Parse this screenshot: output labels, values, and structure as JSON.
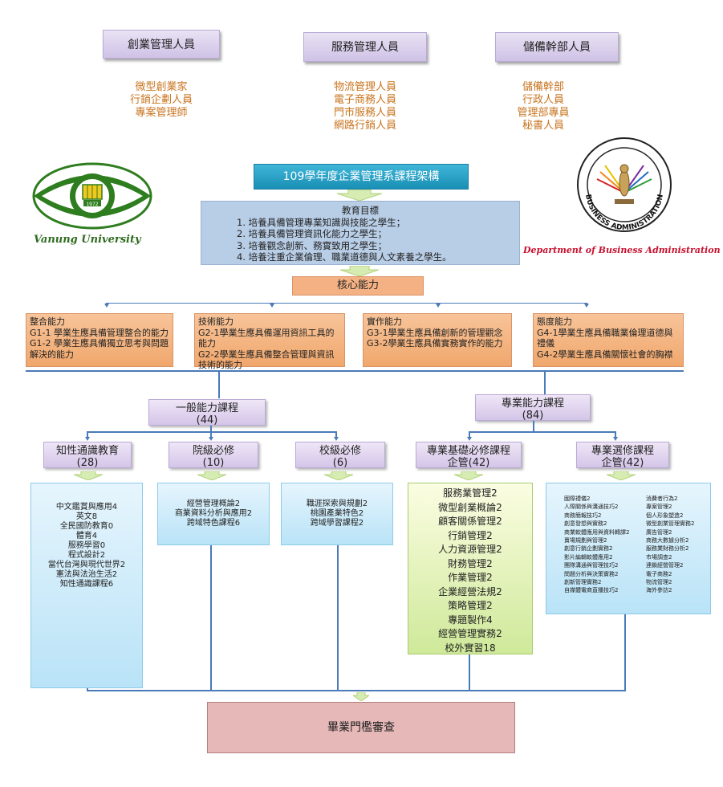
{
  "careers": [
    {
      "title": "創業管理人員",
      "items": [
        "微型創業家",
        "行銷企劃人員",
        "專案管理師"
      ]
    },
    {
      "title": "服務管理人員",
      "items": [
        "物流管理人員",
        "電子商務人員",
        "門市服務人員",
        "網路行銷人員"
      ]
    },
    {
      "title": "儲備幹部人員",
      "items": [
        "儲備幹部",
        "行政人員",
        "管理部專員",
        "秘書人員"
      ]
    }
  ],
  "left_logo": {
    "text": "Vanung University",
    "seal_year": "1972"
  },
  "right_logo": {
    "text": "Department of Business Administration",
    "seal_text": "BUSINESS ADMINISTRATION"
  },
  "title": "109學年度企業管理系課程架構",
  "goals": {
    "heading": "教育目標",
    "items": [
      "1. 培養具備管理專業知識與技能之學生；",
      "2. 培養具備管理資訊化能力之學生；",
      "3. 培養觀念創新、務實致用之學生；",
      "4. 培養注重企業倫理、職業道德與人文素養之學生。"
    ]
  },
  "core": "核心能力",
  "capabilities": [
    {
      "title": "整合能力",
      "lines": [
        "G1-1 學業生應具備管理整合的能力",
        "G1-2 學業生應具備獨立思考與問題解決的能力"
      ]
    },
    {
      "title": "技術能力",
      "lines": [
        "G2-1學業生應具備運用資訊工具的能力",
        "G2-2學業生應具備整合管理與資訊技術的能力"
      ]
    },
    {
      "title": "實作能力",
      "lines": [
        "G3-1學業生應具備創新的管理觀念",
        "G3-2學業生應具備實務實作的能力"
      ]
    },
    {
      "title": "態度能力",
      "lines": [
        "G4-1學業生應具備職業倫理道德與禮儀",
        "G4-2學業生應具備關懷社會的胸襟"
      ]
    }
  ],
  "general": {
    "label": "一般能力課程",
    "credits": "(44)"
  },
  "professional": {
    "label": "專業能力課程",
    "credits": "(84)"
  },
  "categories": [
    {
      "label": "知性通識教育",
      "credits": "(28)"
    },
    {
      "label": "院級必修",
      "credits": "(10)"
    },
    {
      "label": "校級必修",
      "credits": "(6)"
    },
    {
      "label": "專業基礎必修課程",
      "credits": "企管(42)"
    },
    {
      "label": "專業選修課程",
      "credits": "企管(42)"
    }
  ],
  "courses_general": [
    "中文鑑賞與應用4",
    "英文8",
    "全民國防教育0",
    "體育4",
    "服務學習0",
    "程式設計2",
    "當代台灣與現代世界2",
    "憲法與法治生活2",
    "知性通識課程6"
  ],
  "courses_college": [
    "經營管理概論2",
    "商業資料分析與應用2",
    "跨域特色課程6"
  ],
  "courses_school": [
    "職涯探索與規劃2",
    "桃園產業特色2",
    "跨域學習課程2"
  ],
  "courses_required": [
    "服務業管理2",
    "微型創業概論2",
    "顧客關係管理2",
    "行銷管理2",
    "人力資源管理2",
    "財務管理2",
    "作業管理2",
    "企業經營法規2",
    "策略管理2",
    "專題製作4",
    "經營管理實務2",
    "校外實習18"
  ],
  "courses_elective_left": [
    "國際禮儀2",
    "人際關係與溝通技巧2",
    "商務簡報技巧2",
    "創意發想與實務2",
    "商業軟體應用與資料轉譯2",
    "賣場規劃與管理2",
    "創意行銷企劃實務2",
    "影片編輯軟體應用2",
    "團隊溝通與管理技巧2",
    "問題分析與決策實務2",
    "創新管理實務2",
    "自媒體電商直播技巧2"
  ],
  "courses_elective_right": [
    "消費者行為2",
    "專案管理2",
    "個人形象塑造2",
    "微型創業管理實務2",
    "廣告管理2",
    "商務大數據分析2",
    "服務業財務分析2",
    "市場調查2",
    "連鎖經營管理2",
    "電子商務2",
    "物流管理2",
    "海外參訪2"
  ],
  "final": "畢業門檻審查",
  "colors": {
    "career_text": "#c8741f",
    "title_bg": "#1a8fb5",
    "goals_bg": "#b8cde6",
    "core_bg": "#f4b183",
    "final_bg": "#e6b9b8",
    "line": "#4a7ab8",
    "logo_green": "#2e7d1e",
    "logo_red": "#c8102e"
  }
}
